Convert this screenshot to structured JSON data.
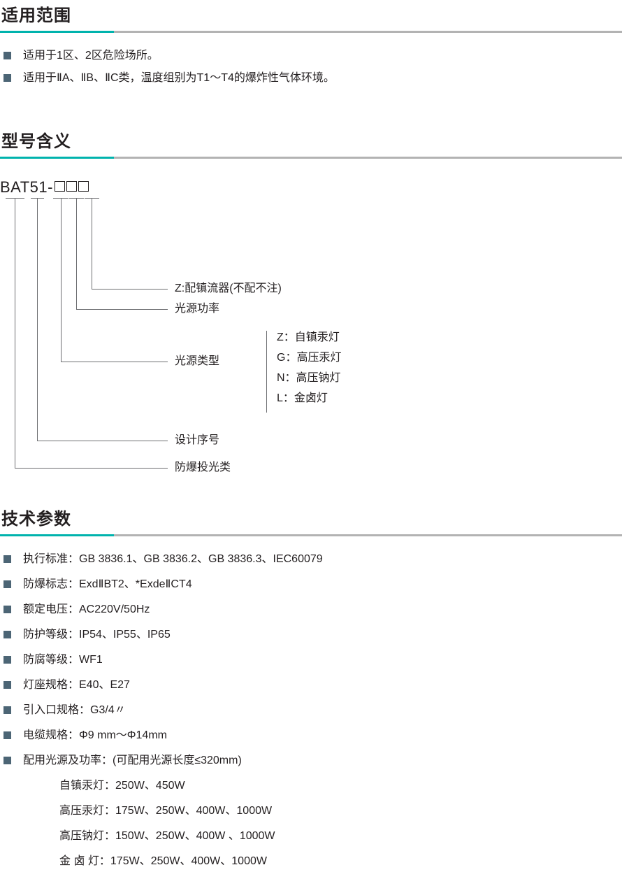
{
  "sections": {
    "scope": {
      "title": "适用范围",
      "bullets": [
        "适用于1区、2区危险场所。",
        "适用于ⅡA、ⅡB、ⅡC类，温度组别为T1～T4的爆炸性气体环境。"
      ]
    },
    "model": {
      "title": "型号含义",
      "code_prefix": "BAT51-",
      "box_count": 3,
      "labels": [
        "Z:配镇流器(不配不注)",
        "光源功率",
        "光源类型",
        "设计序号",
        "防爆投光类"
      ],
      "options": [
        "Z：自镇汞灯",
        "G：高压汞灯",
        "N：高压钠灯",
        "L：金卤灯"
      ]
    },
    "tech": {
      "title": "技术参数",
      "bullets": [
        "执行标准：GB 3836.1、GB 3836.2、GB 3836.3、IEC60079",
        "防爆标志：ExdⅡBT2、*ExdeⅡCT4",
        "额定电压：AC220V/50Hz",
        "防护等级：IP54、IP55、IP65",
        "防腐等级：WF1",
        "灯座规格：E40、E27",
        "引入口规格：G3/4〃",
        "电缆规格：Φ9 mm～Φ14mm",
        "配用光源及功率：(可配用光源长度≤320mm)"
      ],
      "lamp_powers": [
        "自镇汞灯：250W、450W",
        "高压汞灯：175W、250W、400W、1000W",
        "高压钠灯：150W、250W、400W 、1000W",
        "金 卤 灯：175W、250W、400W、1000W"
      ]
    }
  },
  "colors": {
    "accent": "#00b3ad",
    "rule": "#b3b3b3",
    "bullet": "#4c6575",
    "text": "#231f20",
    "line": "#6d6e71"
  }
}
